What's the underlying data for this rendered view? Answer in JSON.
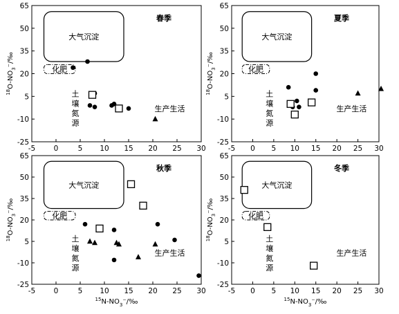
{
  "figure": {
    "xlabel": "δ15N-NO3⁻/‰",
    "ylabel": "δ18O-NO3⁻/‰",
    "sources": {
      "atmosphere": "大气沉淀",
      "fertilizer": "化肥",
      "soil": "土壤氮源",
      "sewage": "生产生活"
    }
  },
  "chart_data": [
    {
      "type": "scatter",
      "title": "春季",
      "xlim": [
        -5,
        30
      ],
      "ylim": [
        -25,
        65
      ],
      "xticks": [
        -5,
        0,
        5,
        10,
        15,
        20,
        25,
        30
      ],
      "yticks": [
        -25,
        -10,
        5,
        20,
        35,
        50,
        65
      ],
      "series": [
        {
          "marker": "circle",
          "points": [
            [
              6.5,
              28
            ],
            [
              3.5,
              24
            ],
            [
              8,
              7
            ],
            [
              7,
              -1
            ],
            [
              8,
              -2
            ],
            [
              11.5,
              -1
            ],
            [
              12,
              0
            ],
            [
              13,
              -3
            ],
            [
              15,
              -3
            ]
          ]
        },
        {
          "marker": "square",
          "points": [
            [
              7.5,
              6
            ],
            [
              13,
              -3
            ]
          ]
        },
        {
          "marker": "triangle",
          "points": [
            [
              20.5,
              -10
            ]
          ]
        }
      ]
    },
    {
      "type": "scatter",
      "title": "夏季",
      "xlim": [
        -5,
        30
      ],
      "ylim": [
        -25,
        65
      ],
      "xticks": [
        -5,
        0,
        5,
        10,
        15,
        20,
        25,
        30
      ],
      "yticks": [
        -25,
        -10,
        5,
        20,
        35,
        50,
        65
      ],
      "series": [
        {
          "marker": "circle",
          "points": [
            [
              15,
              20
            ],
            [
              8.5,
              11
            ],
            [
              15,
              9
            ],
            [
              10.5,
              2
            ],
            [
              9.5,
              -2
            ],
            [
              11,
              -2
            ]
          ]
        },
        {
          "marker": "square",
          "points": [
            [
              9,
              0
            ],
            [
              10,
              -7
            ],
            [
              14,
              1
            ]
          ]
        },
        {
          "marker": "triangle",
          "points": [
            [
              25,
              7
            ],
            [
              30.5,
              10
            ]
          ]
        }
      ]
    },
    {
      "type": "scatter",
      "title": "秋季",
      "xlim": [
        -5,
        30
      ],
      "ylim": [
        -25,
        65
      ],
      "xticks": [
        -5,
        0,
        5,
        10,
        15,
        20,
        25,
        30
      ],
      "yticks": [
        -25,
        -10,
        5,
        20,
        35,
        50,
        65
      ],
      "series": [
        {
          "marker": "circle",
          "points": [
            [
              6,
              17
            ],
            [
              12,
              13
            ],
            [
              21,
              17
            ],
            [
              24.5,
              6
            ],
            [
              12,
              -8
            ],
            [
              29.5,
              -19
            ]
          ]
        },
        {
          "marker": "square",
          "points": [
            [
              15.5,
              45
            ],
            [
              18,
              30
            ],
            [
              9,
              14
            ]
          ]
        },
        {
          "marker": "triangle",
          "points": [
            [
              7,
              5
            ],
            [
              8,
              4
            ],
            [
              12.5,
              4
            ],
            [
              13,
              3
            ],
            [
              20.5,
              3
            ],
            [
              17,
              -6
            ]
          ]
        }
      ]
    },
    {
      "type": "scatter",
      "title": "冬季",
      "xlim": [
        -5,
        30
      ],
      "ylim": [
        -25,
        65
      ],
      "xticks": [
        -5,
        0,
        5,
        10,
        15,
        20,
        25,
        30
      ],
      "yticks": [
        -25,
        -10,
        5,
        20,
        35,
        50,
        65
      ],
      "series": [
        {
          "marker": "circle",
          "points": []
        },
        {
          "marker": "square",
          "points": [
            [
              -2,
              41
            ],
            [
              3.5,
              15
            ],
            [
              14.5,
              -12
            ]
          ]
        },
        {
          "marker": "triangle",
          "points": []
        }
      ]
    }
  ]
}
